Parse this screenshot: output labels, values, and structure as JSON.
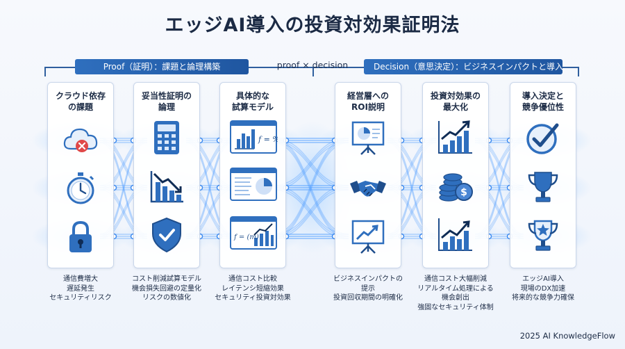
{
  "title": "エッジAI導入の投資対効果証明法",
  "sections": {
    "left": "Proof（証明）：課題と論理構築",
    "center": "proof × decision",
    "right": "Decision（意思決定）：ビジネスインパクトと導入"
  },
  "columns": [
    {
      "title": "クラウド依存\nの課題",
      "icons": [
        "cloud-error-icon",
        "stopwatch-icon",
        "padlock-icon"
      ],
      "caption": "通信費増大\n遅延発生\nセキュリティリスク"
    },
    {
      "title": "妥当性証明の\n論理",
      "icons": [
        "calculator-icon",
        "declining-chart-icon",
        "shield-check-icon"
      ],
      "caption": "コスト削減試算モデル\n機会損失回避の定量化\nリスクの数値化"
    },
    {
      "title": "具体的な\n試算モデル",
      "icons": [
        "formula-bar-window-icon",
        "pie-chart-window-icon",
        "formula-line-window-icon"
      ],
      "caption": "通信コスト比較\nレイテンシ短縮効果\nセキュリティ投資対効果"
    },
    {
      "title": "経営層への\nROI説明",
      "icons": [
        "presentation-board-icon",
        "handshake-icon",
        "trend-board-icon"
      ],
      "caption": "ビジネスインパクトの\n提示\n投資回収期間の明確化"
    },
    {
      "title": "投資対効果の\n最大化",
      "icons": [
        "growth-chart-icon",
        "coin-stack-icon",
        "rising-chart-icon"
      ],
      "caption": "通信コスト大幅削減\nリアルタイム処理による\n機会創出\n強固なセキュリティ体制"
    },
    {
      "title": "導入決定と\n競争優位性",
      "icons": [
        "check-badge-icon",
        "trophy-icon",
        "star-trophy-icon"
      ],
      "caption": "エッジAI導入\n現場のDX加速\n将来的な競争力確保"
    }
  ],
  "formula_labels": {
    "f1": "f = %",
    "f2": "f = (m)"
  },
  "footer": "2025 AI KnowledgeFlow",
  "colors": {
    "accent": "#2f6fbe",
    "dark": "#1f4e8c",
    "light": "#cfe0f7",
    "error": "#e04848",
    "glow": "#7fb6ff"
  }
}
